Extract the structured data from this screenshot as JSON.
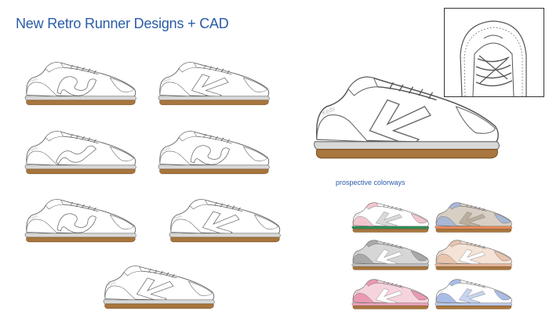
{
  "title": "New Retro Runner Designs + CAD",
  "colorways_label": "prospective colorways",
  "brand_text": "Keds",
  "colors": {
    "title_blue": "#2a5ca8",
    "outline": "#555555",
    "sole_brown": "#a8763e",
    "sole_grey": "#d8d8d8"
  },
  "sketches": [
    {
      "id": "sketch-1",
      "logo_style": "swirl"
    },
    {
      "id": "sketch-2",
      "logo_style": "k-stripe"
    },
    {
      "id": "sketch-3",
      "logo_style": "wave"
    },
    {
      "id": "sketch-4",
      "logo_style": "swirl"
    },
    {
      "id": "sketch-5",
      "logo_style": "swirl"
    },
    {
      "id": "sketch-6",
      "logo_style": "k-stripe"
    },
    {
      "id": "sketch-7",
      "logo_style": "k-stripe"
    }
  ],
  "colorways": [
    {
      "name": "pink-green",
      "upper": "#ffffff",
      "accent": "#f3c6cf",
      "stripe": "#d9d9d9",
      "foxing": "#2e8b57"
    },
    {
      "name": "blue-taupe",
      "upper": "#d8cfc4",
      "accent": "#a9b7d6",
      "stripe": "#bcae9c",
      "foxing": "#e58a5a"
    },
    {
      "name": "grey",
      "upper": "#d6d6d6",
      "accent": "#a9a9a9",
      "stripe": "#ffffff",
      "foxing": "#bdbdbd"
    },
    {
      "name": "peach",
      "upper": "#f4e3d6",
      "accent": "#e9c4ad",
      "stripe": "#ffffff",
      "foxing": "#e2b59b"
    },
    {
      "name": "rose",
      "upper": "#f6d4de",
      "accent": "#e99ab2",
      "stripe": "#ffffff",
      "foxing": "#e8a0b5"
    },
    {
      "name": "periwinkle",
      "upper": "#ffffff",
      "accent": "#a9bde6",
      "stripe": "#c8d4ef",
      "foxing": "#b7c8ec"
    }
  ]
}
